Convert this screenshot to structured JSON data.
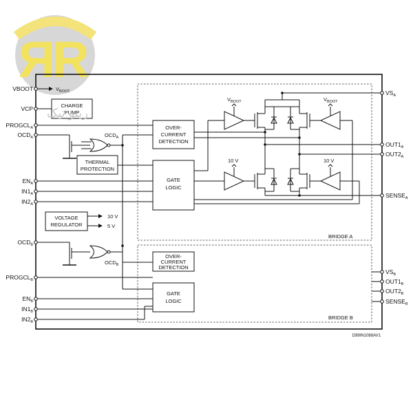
{
  "logo": {
    "text": "R",
    "watermark": "ریتو تیک"
  },
  "left_pins": {
    "vboot": "VBOOT",
    "vcp": "VCP",
    "progcl_a": {
      "base": "PROGCL",
      "sub": "A"
    },
    "ocd_a": {
      "base": "OCD",
      "sub": "A"
    },
    "en_a": {
      "base": "EN",
      "sub": "A"
    },
    "in1_a": {
      "base": "IN1",
      "sub": "A"
    },
    "in2_a": {
      "base": "IN2",
      "sub": "A"
    },
    "ocd_b": {
      "base": "OCD",
      "sub": "B"
    },
    "progcl_b": {
      "base": "PROGCL",
      "sub": "B"
    },
    "en_b": {
      "base": "EN",
      "sub": "B"
    },
    "in1_b": {
      "base": "IN1",
      "sub": "B"
    },
    "in2_b": {
      "base": "IN2",
      "sub": "B"
    }
  },
  "right_pins": {
    "vs_a": {
      "base": "VS",
      "sub": "A"
    },
    "out1_a": {
      "base": "OUT1",
      "sub": "A"
    },
    "out2_a": {
      "base": "OUT2",
      "sub": "A"
    },
    "sense_a": {
      "base": "SENSE",
      "sub": "A"
    },
    "vs_b": {
      "base": "VS",
      "sub": "B"
    },
    "out1_b": {
      "base": "OUT1",
      "sub": "B"
    },
    "out2_b": {
      "base": "OUT2",
      "sub": "B"
    },
    "sense_b": {
      "base": "SENSE",
      "sub": "B"
    }
  },
  "blocks": {
    "charge_pump": [
      "CHARGE",
      "PUMP"
    ],
    "thermal_protection": [
      "THERMAL",
      "PROTECTION"
    ],
    "voltage_regulator": [
      "VOLTAGE",
      "REGULATOR"
    ],
    "ocd_detect_a": [
      "OVER-",
      "CURRENT",
      "DETECTION"
    ],
    "gate_logic_a": [
      "GATE",
      "LOGIC"
    ],
    "ocd_detect_b": [
      "OVER-",
      "CURRENT",
      "DETECTION"
    ],
    "gate_logic_b": [
      "GATE",
      "LOGIC"
    ]
  },
  "labels": {
    "vboot_internal": {
      "base": "V",
      "sub": "BOOT"
    },
    "vboot_bridge_left": {
      "base": "V",
      "sub": "BOOT"
    },
    "vboot_bridge_right": {
      "base": "V",
      "sub": "BOOT"
    },
    "ocd_gate_a": {
      "base": "OCD",
      "sub": "A"
    },
    "ocd_gate_b": {
      "base": "OCD",
      "sub": "B"
    },
    "v10_left": "10 V",
    "v10_right": "10 V",
    "reg_10v": "10 V",
    "reg_5v": "5 V",
    "bridge_a": "BRIDGE A",
    "bridge_b": "BRIDGE B",
    "doc_ref": "D99IN1088AV1"
  }
}
